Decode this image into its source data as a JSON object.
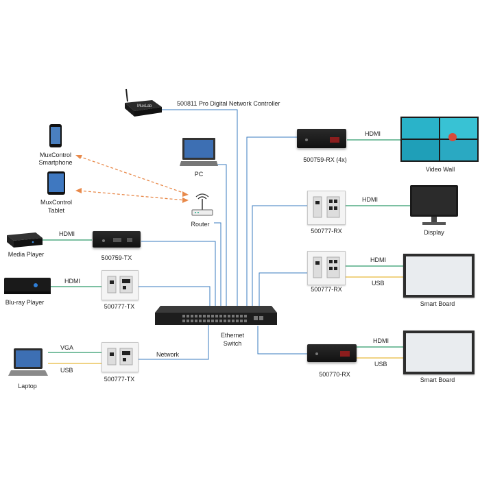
{
  "labels": {
    "controller": "500811 Pro Digital Network Controller",
    "pc": "PC",
    "router": "Router",
    "muxcontrol_smartphone_1": "MuxControl",
    "muxcontrol_smartphone_2": "Smartphone",
    "muxcontrol_tablet_1": "MuxControl",
    "muxcontrol_tablet_2": "Tablet",
    "media_player": "Media Player",
    "bluray_player": "Blu-ray Player",
    "laptop": "Laptop",
    "tx_500759": "500759-TX",
    "tx_500777_a": "500777-TX",
    "tx_500777_b": "500777-TX",
    "switch_1": "Ethernet",
    "switch_2": "Switch",
    "rx_500759": "500759-RX  (4x)",
    "rx_500777_a": "500777-RX",
    "rx_500777_b": "500777-RX",
    "rx_500770": "500770-RX",
    "video_wall": "Video Wall",
    "display": "Display",
    "smart_board_a": "Smart Board",
    "smart_board_b": "Smart Board",
    "brand": "MuxLab"
  },
  "link_labels": {
    "hdmi_media": "HDMI",
    "hdmi_bluray": "HDMI",
    "vga_laptop": "VGA",
    "usb_laptop": "USB",
    "network": "Network",
    "hdmi_videowall": "HDMI",
    "hdmi_display": "HDMI",
    "hdmi_smart_a": "HDMI",
    "usb_smart_a": "USB",
    "hdmi_smart_b": "HDMI",
    "usb_smart_b": "USB"
  },
  "colors": {
    "hdmi_line": "#2e9b6a",
    "usb_line": "#e8b93a",
    "network_line": "#3a7bbf",
    "wireless_line": "#e8894a"
  },
  "icons": {
    "controller": "network-controller-icon",
    "pc": "monitor-icon",
    "router": "router-icon",
    "smartphone": "smartphone-icon",
    "tablet": "tablet-icon",
    "media_player": "media-player-icon",
    "bluray": "bluray-player-icon",
    "laptop": "laptop-icon",
    "switch": "ethernet-switch-icon"
  }
}
